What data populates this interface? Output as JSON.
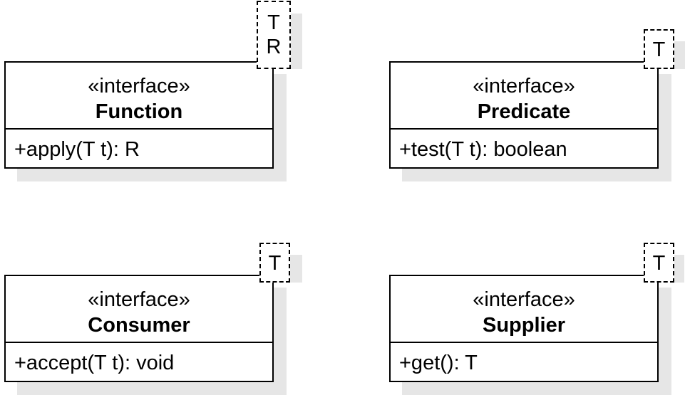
{
  "classes": [
    {
      "stereotype": "«interface»",
      "name": "Function",
      "operations": [
        "+apply(T t): R"
      ],
      "type_params": [
        "T",
        "R"
      ]
    },
    {
      "stereotype": "«interface»",
      "name": "Predicate",
      "operations": [
        "+test(T t): boolean"
      ],
      "type_params": [
        "T"
      ]
    },
    {
      "stereotype": "«interface»",
      "name": "Consumer",
      "operations": [
        "+accept(T t): void"
      ],
      "type_params": [
        "T"
      ]
    },
    {
      "stereotype": "«interface»",
      "name": "Supplier",
      "operations": [
        "+get(): T"
      ],
      "type_params": [
        "T"
      ]
    }
  ],
  "colors": {
    "border": "#000000",
    "shadow": "#e6e6e6",
    "background": "#ffffff"
  }
}
